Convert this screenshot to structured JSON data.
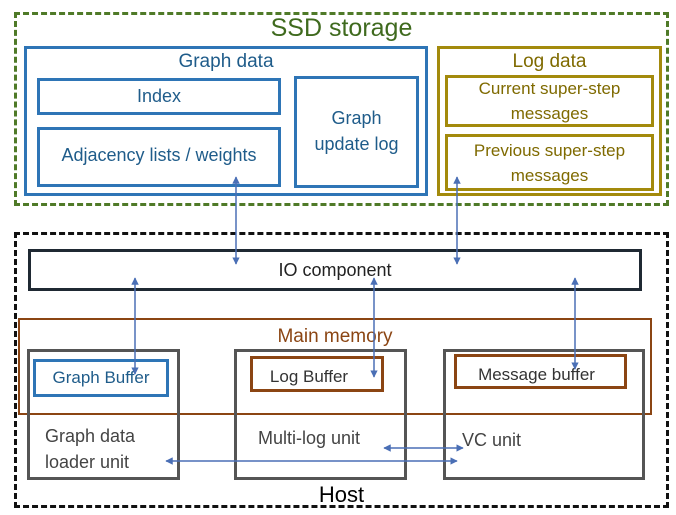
{
  "ssd": {
    "title": "SSD storage"
  },
  "graph_data": {
    "title": "Graph data",
    "index": "Index",
    "adjacency": "Adjacency lists / weights",
    "update_log_line1": "Graph",
    "update_log_line2": "update log"
  },
  "log_data": {
    "title": "Log data",
    "current_line1": "Current super-step",
    "current_line2": "messages",
    "previous_line1": "Previous super-step",
    "previous_line2": "messages"
  },
  "host": {
    "title": "Host"
  },
  "io": {
    "label": "IO component"
  },
  "main_memory": {
    "title": "Main memory"
  },
  "buffers": {
    "graph": "Graph Buffer",
    "log": "Log Buffer",
    "message": "Message buffer"
  },
  "units": {
    "graph_loader_line1": "Graph data",
    "graph_loader_line2": "loader unit",
    "multi_log": "Multi-log unit",
    "vc": "VC unit"
  },
  "colors": {
    "ssd": "#4f7a28",
    "graph_blue": "#2e75b6",
    "log_gold": "#a38a0c",
    "memory_brown": "#8b4513",
    "arrow": "#4a6fb5"
  }
}
